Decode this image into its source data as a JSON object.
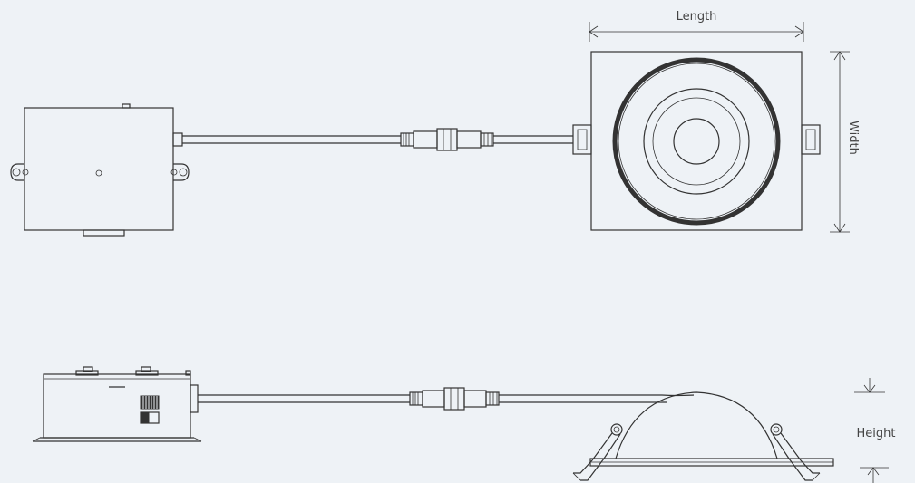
{
  "labels": {
    "length": "Length",
    "width": "Width",
    "height": "Height"
  },
  "colors": {
    "background": "#eef2f6",
    "stroke": "#333333"
  }
}
